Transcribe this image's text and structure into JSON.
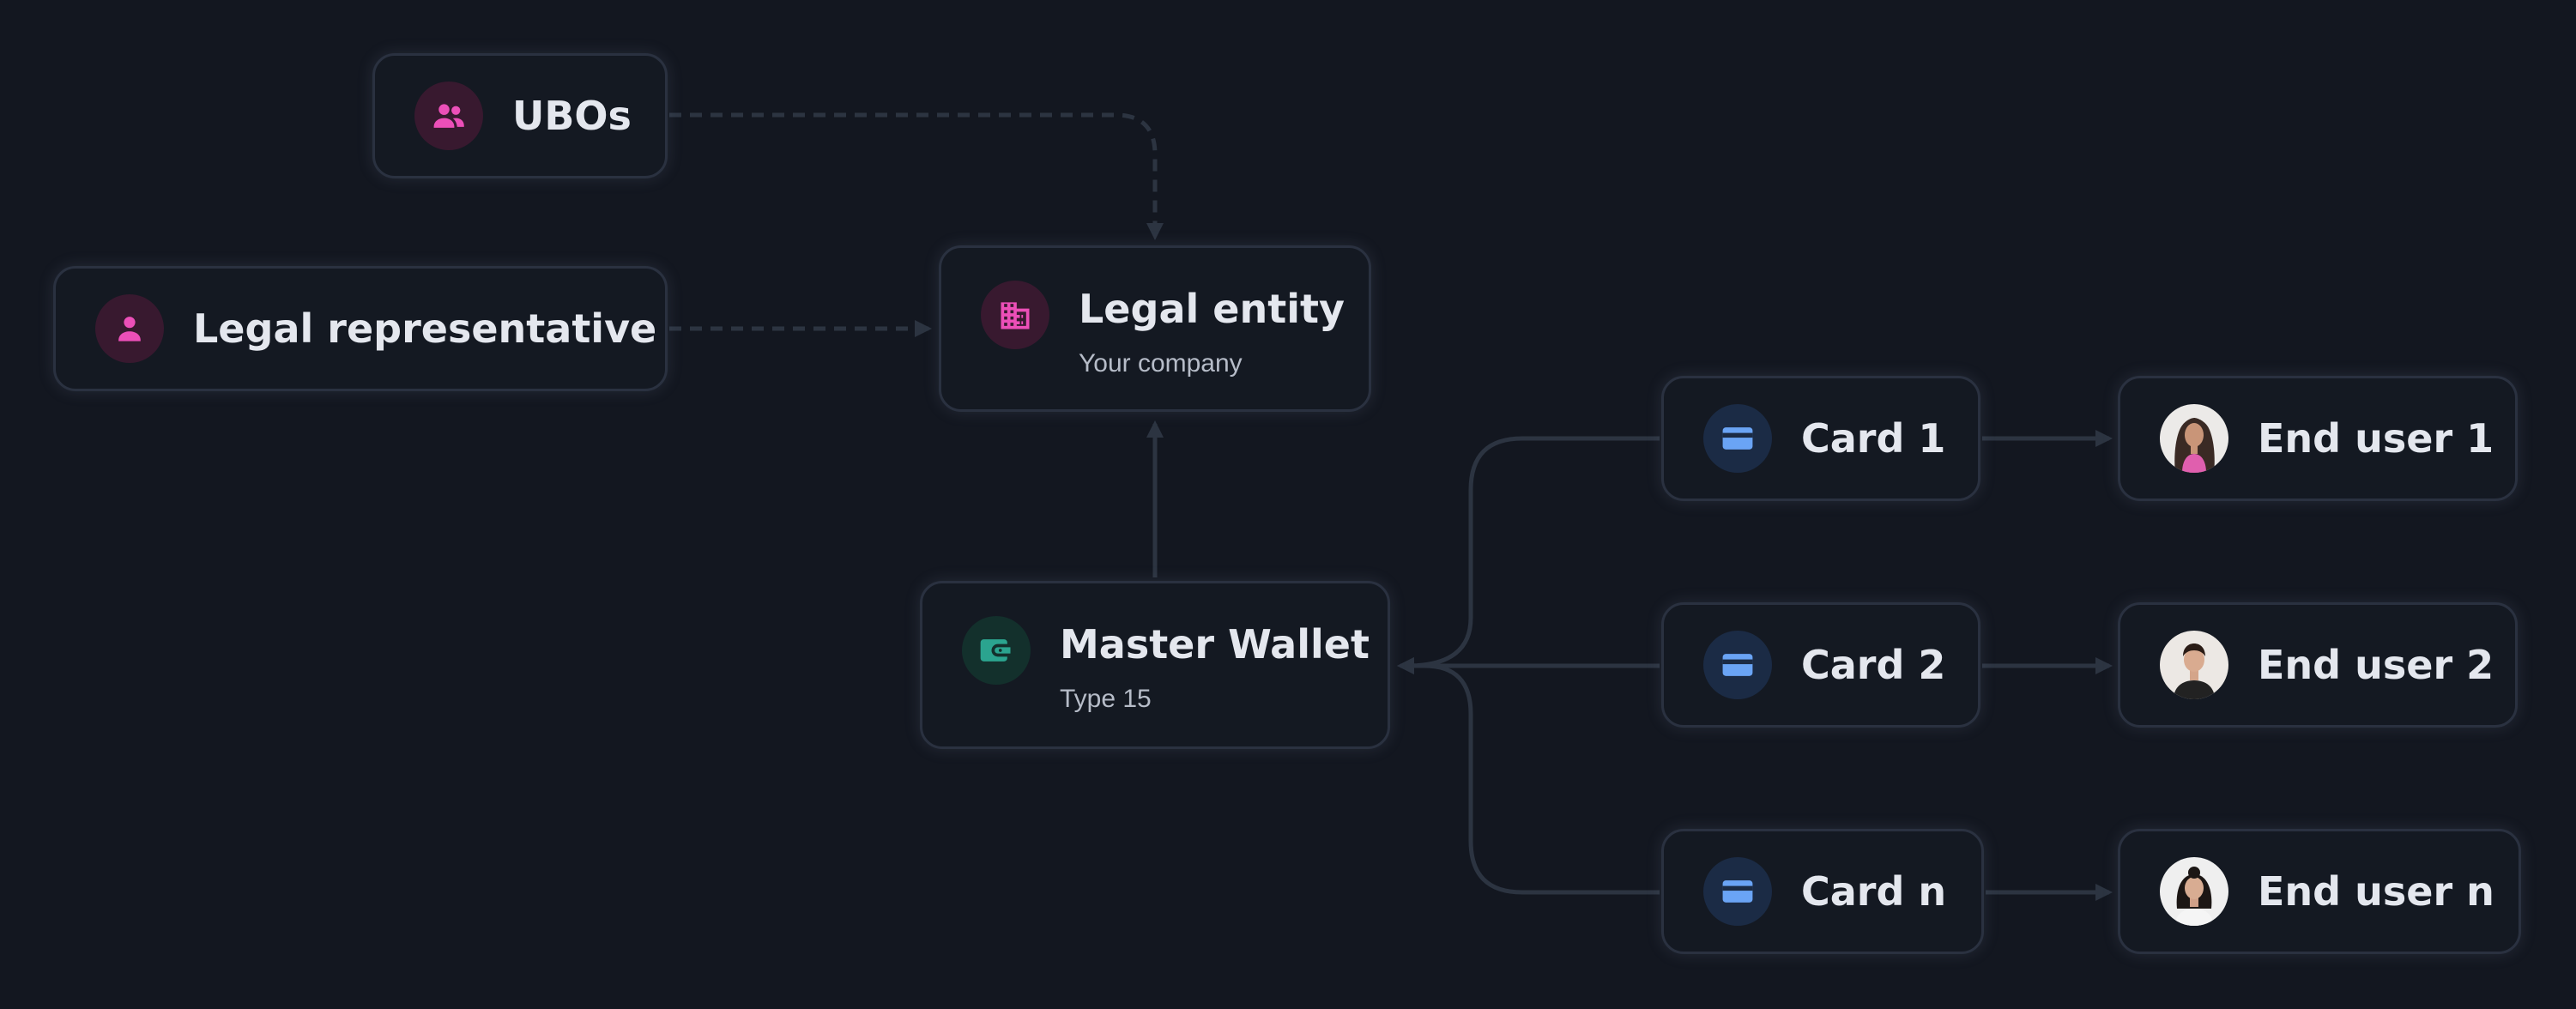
{
  "nodes": {
    "ubos": {
      "title": "UBOs",
      "icon": "users-icon"
    },
    "legal_rep": {
      "title": "Legal representative",
      "icon": "user-icon"
    },
    "legal_entity": {
      "title": "Legal entity",
      "subtitle": "Your company",
      "icon": "building-icon"
    },
    "master_wallet": {
      "title": "Master Wallet",
      "subtitle": "Type 15",
      "icon": "wallet-icon"
    },
    "card1": {
      "title": "Card 1",
      "icon": "credit-card-icon"
    },
    "card2": {
      "title": "Card 2",
      "icon": "credit-card-icon"
    },
    "cardn": {
      "title": "Card n",
      "icon": "credit-card-icon"
    },
    "user1": {
      "title": "End user 1",
      "icon": "avatar-photo"
    },
    "user2": {
      "title": "End user 2",
      "icon": "avatar-photo"
    },
    "usern": {
      "title": "End user n",
      "icon": "avatar-photo"
    }
  },
  "colors": {
    "background": "#131720",
    "node_border": "#2a3140",
    "edge": "#2c3441",
    "pink_accent": "#ec4fb8",
    "teal_accent": "#2ba48f",
    "blue_accent": "#6aa4f5"
  }
}
